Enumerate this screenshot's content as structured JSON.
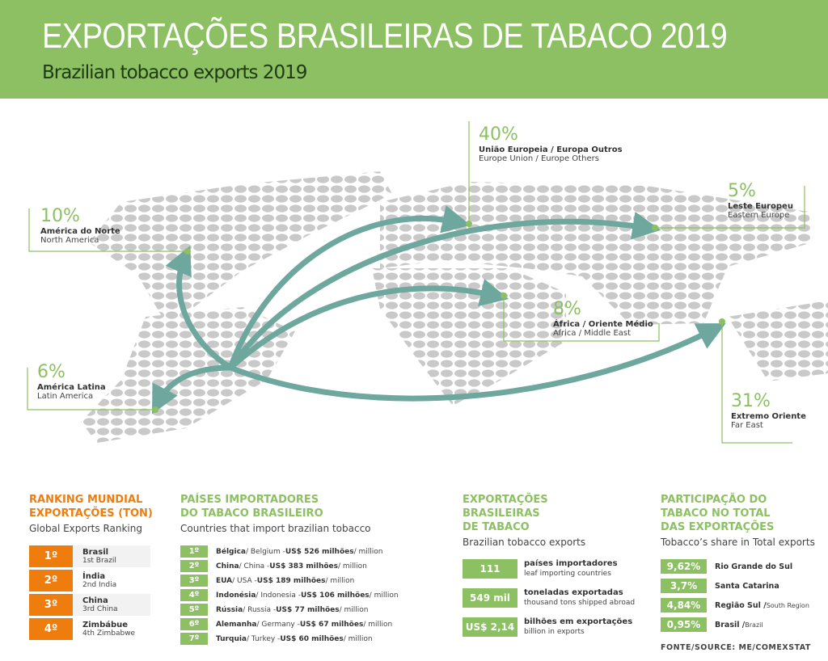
{
  "header": {
    "title": "EXPORTAÇÕES BRASILEIRAS DE TABACO 2019",
    "subtitle": "Brazilian tobacco exports 2019"
  },
  "colors": {
    "green": "#8cc063",
    "orange": "#ee7d0e",
    "arrow": "#6ea79d",
    "map": "#c9c9c9"
  },
  "regions": [
    {
      "pct": "40%",
      "pt": "União Europeia / Europa Outros",
      "en": "Europe Union / Europe Others"
    },
    {
      "pct": "5%",
      "pt": "Leste Europeu",
      "en": "Eastern Europe"
    },
    {
      "pct": "10%",
      "pt": "América do Norte",
      "en": "North America"
    },
    {
      "pct": "8%",
      "pt": "África / Oriente Médio",
      "en": "Africa / Middle East"
    },
    {
      "pct": "6%",
      "pt": "América Latina",
      "en": "Latin America"
    },
    {
      "pct": "31%",
      "pt": "Extremo Oriente",
      "en": "Far East"
    }
  ],
  "ranking": {
    "title1": "RANKING MUNDIAL",
    "title2": "EXPORTAÇÕES (TON)",
    "subtitle": "Global Exports Ranking",
    "items": [
      {
        "n": "1º",
        "pt": "Brasil",
        "en": "1st Brazil"
      },
      {
        "n": "2º",
        "pt": "Índia",
        "en": "2nd India"
      },
      {
        "n": "3º",
        "pt": "China",
        "en": "3rd China"
      },
      {
        "n": "4º",
        "pt": "Zimbábue",
        "en": "4th Zimbabwe"
      }
    ]
  },
  "importers": {
    "title1": "PAÍSES IMPORTADORES",
    "title2": "DO TABACO BRASILEIRO",
    "subtitle": "Countries that import brazilian tobacco",
    "items": [
      {
        "n": "1º",
        "pt": "Bélgica",
        "en": " / Belgium - ",
        "val": "US$ 526 milhões",
        "unit": " / million"
      },
      {
        "n": "2º",
        "pt": "China",
        "en": " / China - ",
        "val": "US$ 383 milhões",
        "unit": " / million"
      },
      {
        "n": "3º",
        "pt": "EUA",
        "en": " / USA - ",
        "val": "US$ 189 milhões",
        "unit": " / million"
      },
      {
        "n": "4º",
        "pt": "Indonésia",
        "en": " / Indonesia - ",
        "val": "US$ 106 milhões",
        "unit": " / million"
      },
      {
        "n": "5º",
        "pt": "Rússia",
        "en": " / Russia - ",
        "val": "US$ 77 milhões",
        "unit": " / million"
      },
      {
        "n": "6º",
        "pt": "Alemanha",
        "en": " / Germany - ",
        "val": "US$ 67 milhões",
        "unit": " / million"
      },
      {
        "n": "7º",
        "pt": "Turquia",
        "en": " / Turkey - ",
        "val": "US$ 60 milhões",
        "unit": " / million"
      }
    ]
  },
  "exports": {
    "title1": "EXPORTAÇÕES",
    "title2": "BRASILEIRAS",
    "title3": "DE TABACO",
    "subtitle": "Brazilian tobacco exports",
    "items": [
      {
        "n": "111",
        "pt": "países importadores",
        "en": "leaf importing countries"
      },
      {
        "n": "549 mil",
        "pt": "toneladas exportadas",
        "en": "thousand tons shipped abroad"
      },
      {
        "n": "US$ 2,14",
        "pt": "bilhões em exportações",
        "en": "billion in exports"
      }
    ]
  },
  "share": {
    "title1": "PARTICIPAÇÃO DO",
    "title2": "TABACO NO TOTAL",
    "title3": "DAS EXPORTAÇÕES",
    "subtitle": "Tobacco’s share in Total exports",
    "items": [
      {
        "n": "9,62%",
        "pt": "Rio Grande do Sul",
        "en": ""
      },
      {
        "n": "3,7%",
        "pt": "Santa Catarina",
        "en": ""
      },
      {
        "n": "4,84%",
        "pt": "Região Sul / ",
        "en": "South Region"
      },
      {
        "n": "0,95%",
        "pt": "Brasil / ",
        "en": "Brazil"
      }
    ]
  },
  "source": "FONTE/SOURCE: ME/COMEXSTAT"
}
